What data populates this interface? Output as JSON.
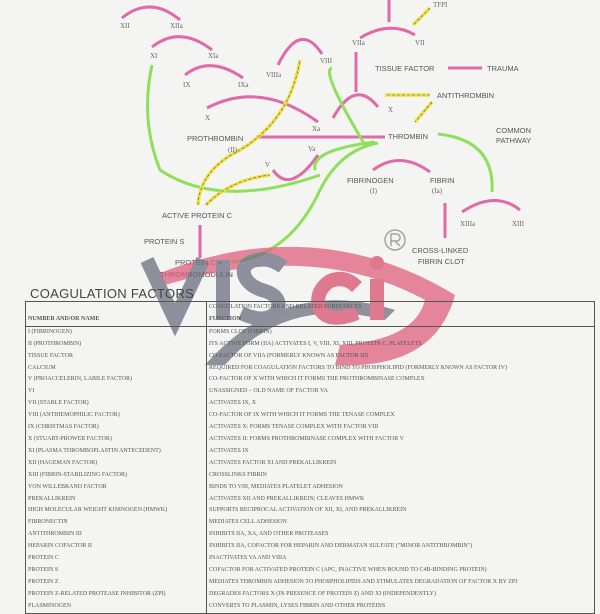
{
  "diagram": {
    "labels": {
      "xii": "XII",
      "xiia": "XIIa",
      "xi": "XI",
      "xia": "XIa",
      "ix": "IX",
      "ixa": "IXa",
      "x": "X",
      "xa": "Xa",
      "viiia": "VIIIa",
      "viii": "VIII",
      "viia": "VIIa",
      "vii": "VII",
      "tfpi": "TFPI",
      "tissue_factor": "TISSUE FACTOR",
      "trauma": "TRAUMA",
      "antithrombin": "ANTITHROMBIN",
      "x_extrinsic": "X",
      "prothrombin": "PROTHROMBIN",
      "prothrombin_num": "(II)",
      "thrombin": "THROMBIN",
      "common_pathway_1": "COMMON",
      "common_pathway_2": "PATHWAY",
      "va": "Va",
      "v": "V",
      "fibrinogen": "FIBRINOGEN",
      "fibrinogen_num": "(I)",
      "fibrin": "FIBRIN",
      "fibrin_num": "(Ia)",
      "xiiia": "XIIIa",
      "xiii": "XIII",
      "active_protein_c": "ACTIVE PROTEIN C",
      "protein_s": "PROTEIN S",
      "protein_c_tm_1": "PROTEIN C +",
      "protein_c_tm_2": "THROMBOMODULIN",
      "clot_1": "CROSS-LINKED",
      "clot_2": "FIBRIN CLOT"
    },
    "colors": {
      "activation": "#e06aa8",
      "positive_feedback": "#8ee05c",
      "inhibition": "#f0e246"
    }
  },
  "watermark": {
    "text": "VISci",
    "mark": "®"
  },
  "section_title": "COAGULATION FACTORS",
  "table": {
    "caption": "COAGULATION FACTORS AND RELATED SUBSTANCES",
    "headers": [
      "NUMBER AND/OR NAME",
      "FUNCTION"
    ],
    "rows": [
      [
        "I (FIBRINOGEN)",
        "FORMS CLOT (FIBRIN)"
      ],
      [
        "II (PROTHROMBIN)",
        "ITS ACTIVE FORM (IIA) ACTIVATES I, V, VIII, XI, XIII, PROTEIN C, PLATELETS"
      ],
      [
        "TISSUE FACTOR",
        "CO-FACTOR OF VIIA (FORMERLY KNOWN AS FACTOR III)"
      ],
      [
        "CALCIUM",
        "REQUIRED FOR COAGULATION FACTORS TO BIND TO PHOSPHOLIPID (FORMERLY KNOWN AS FACTOR IV)"
      ],
      [
        "V (PROACCELERIN, LABILE FACTOR)",
        "CO-FACTOR OF X WITH WHICH IT FORMS THE PROTHROMBINASE COMPLEX"
      ],
      [
        "VI",
        "UNASSIGNED – OLD NAME OF FACTOR VA"
      ],
      [
        "VII (STABLE FACTOR)",
        "ACTIVATES IX, X"
      ],
      [
        "VIII (ANTIHEMOPHILIC FACTOR)",
        "CO-FACTOR OF IX WITH WHICH IT FORMS THE TENASE COMPLEX"
      ],
      [
        "IX (CHRISTMAS FACTOR)",
        "ACTIVATES X: FORMS TENASE COMPLEX WITH FACTOR VIII"
      ],
      [
        "X (STUART-PROWER FACTOR)",
        "ACTIVATES II: FORMS PROTHROMBINASE COMPLEX WITH FACTOR V"
      ],
      [
        "XI (PLASMA THROMBOPLASTIN ANTECEDENT)",
        "ACTIVATES IX"
      ],
      [
        "XII (HAGEMAN FACTOR)",
        "ACTIVATES FACTOR XI AND PREKALLIKREIN"
      ],
      [
        "XIII (FIBRIN-STABILIZING FACTOR)",
        "CROSSLINKS FIBRIN"
      ],
      [
        "VON WILLEBRAND FACTOR",
        "BINDS TO VIII, MEDIATES PLATELET ADHESION"
      ],
      [
        "PREKALLIKREIN",
        "ACTIVATES XII AND PREKALLIKREIN; CLEAVES HMWK"
      ],
      [
        "HIGH MOLECULAR WEIGHT KININOGEN (HMWK)",
        "SUPPORTS RECIPROCAL ACTIVATION OF XII, XI, AND PREKALLIKREIN"
      ],
      [
        "FIBRONECTIN",
        "MEDIATES CELL ADHESION"
      ],
      [
        "ANTITHROMBIN III",
        "INHIBITS IIA, XA, AND OTHER PROTEASES"
      ],
      [
        "HEPARIN COFACTOR II",
        "INHIBITS IIA, COFACTOR FOR HEPARIN AND DERMATAN SULFATE (\"MINOR ANTITHROMBIN\")"
      ],
      [
        "PROTEIN C",
        "INACTIVATES VA AND VIIIA"
      ],
      [
        "PROTEIN S",
        "COFACTOR FOR ACTIVATED PROTEIN C (APC, INACTIVE WHEN BOUND TO C4B-BINDING PROTEIN)"
      ],
      [
        "PROTEIN Z",
        "MEDIATES THROMBIN ADHESION TO PHOSPHOLIPIDS AND STIMULATES DEGRADATION OF FACTOR X BY ZPI"
      ],
      [
        "PROTEIN Z-RELATED PROTEASE INHIBITOR (ZPI)",
        "DEGRADES FACTORS X (IN PRESENCE OF PROTEIN Z) AND XI (INDEPENDENTLY)"
      ],
      [
        "PLASMINOGEN",
        "CONVERTS TO PLASMIN, LYSES FIBRIN AND OTHER PROTEINS"
      ]
    ]
  }
}
